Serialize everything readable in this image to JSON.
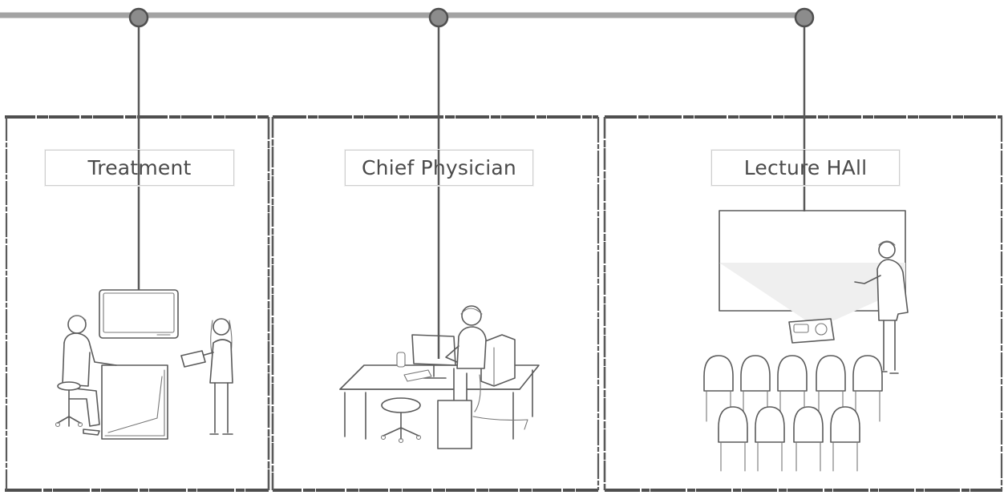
{
  "colors": {
    "rail": "#9a9a9a",
    "node": "#8c8c8c",
    "line": "#595959",
    "frame": "#4f4f4f",
    "text": "#4a4a4a"
  },
  "rail": {
    "icon": "timeline-rail",
    "nodes": [
      "treatment",
      "chief-physician",
      "lecture-hall"
    ]
  },
  "panels": [
    {
      "id": "treatment",
      "label": "Treatment",
      "icon": "doctor-patient-consultation-icon"
    },
    {
      "id": "chief-physician",
      "label": "Chief Physician",
      "icon": "physician-office-desk-icon"
    },
    {
      "id": "lecture-hall",
      "label": "Lecture HAll",
      "icon": "lecture-hall-presentation-icon"
    }
  ]
}
